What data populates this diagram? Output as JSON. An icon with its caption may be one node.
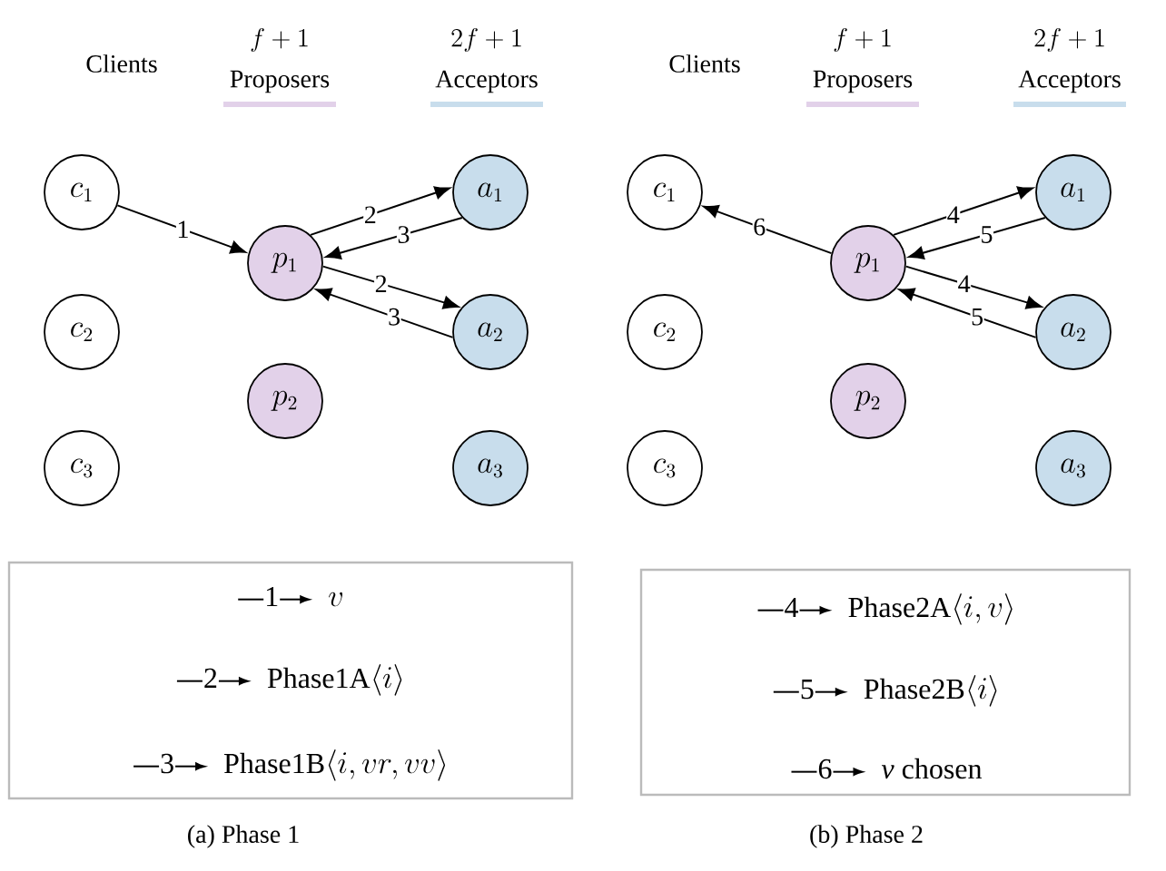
{
  "diagram": {
    "nodes": [
      {
        "text": [
          "c_1"
        ]
      },
      {
        "text": [
          "c_2"
        ]
      },
      {
        "text": [
          "c_3"
        ]
      },
      {
        "text": [
          "p_1"
        ]
      },
      {
        "text": [
          "p_2"
        ]
      },
      {
        "text": [
          "a_1"
        ]
      },
      {
        "text": [
          "a_2"
        ]
      },
      {
        "text": [
          "a_3"
        ]
      },
      {
        "text": [
          "1",
          "v",
          "2",
          "\\textsc{Phase1A}\\langle i\\rangle",
          "3",
          "\\textsc{Phase1B}\\langle i, vr, vv\\rangle"
        ]
      },
      {
        "text": [
          "c_1"
        ]
      },
      {
        "text": [
          "c_2"
        ]
      },
      {
        "text": [
          "c_3"
        ]
      },
      {
        "text": [
          "p_1"
        ]
      },
      {
        "text": [
          "p_2"
        ]
      },
      {
        "text": [
          "a_1"
        ]
      },
      {
        "text": [
          "a_2"
        ]
      },
      {
        "text": [
          "a_3"
        ]
      },
      {
        "text": [
          "4",
          "\\textsc{Phase2A}\\langle i, v\\rangle",
          "5",
          "\\textsc{Phase2B}\\langle i\\rangle",
          "6",
          "*v* chosen"
        ]
      }
    ],
    "edges": [
      {
        "from": 0,
        "to": 3,
        "arrow": "to",
        "label": "1"
      },
      {
        "from": 3,
        "to": 5,
        "arrow": "to",
        "label": "2"
      },
      {
        "from": 5,
        "to": 3,
        "arrow": "to",
        "label": "3"
      },
      {
        "from": 3,
        "to": 6,
        "arrow": "to",
        "label": "2"
      },
      {
        "from": 6,
        "to": 3,
        "arrow": "to",
        "label": "3"
      },
      {
        "from": 12,
        "to": 14,
        "arrow": "to",
        "label": "4"
      },
      {
        "from": 14,
        "to": 12,
        "arrow": "to",
        "label": "5"
      },
      {
        "from": 12,
        "to": 15,
        "arrow": "to",
        "label": "4"
      },
      {
        "from": 15,
        "to": 12,
        "arrow": "to",
        "label": "5"
      },
      {
        "from": 12,
        "to": 9,
        "arrow": "to",
        "label": "6"
      }
    ],
    "labels": [
      "Clients",
      "f+1",
      "Proposers",
      "2f+1",
      "Acceptors",
      "Clients",
      "f+1",
      "Proposers",
      "2f+1",
      "Acceptors",
      "(a) Phase 1",
      "(b) Phase 2"
    ]
  }
}
